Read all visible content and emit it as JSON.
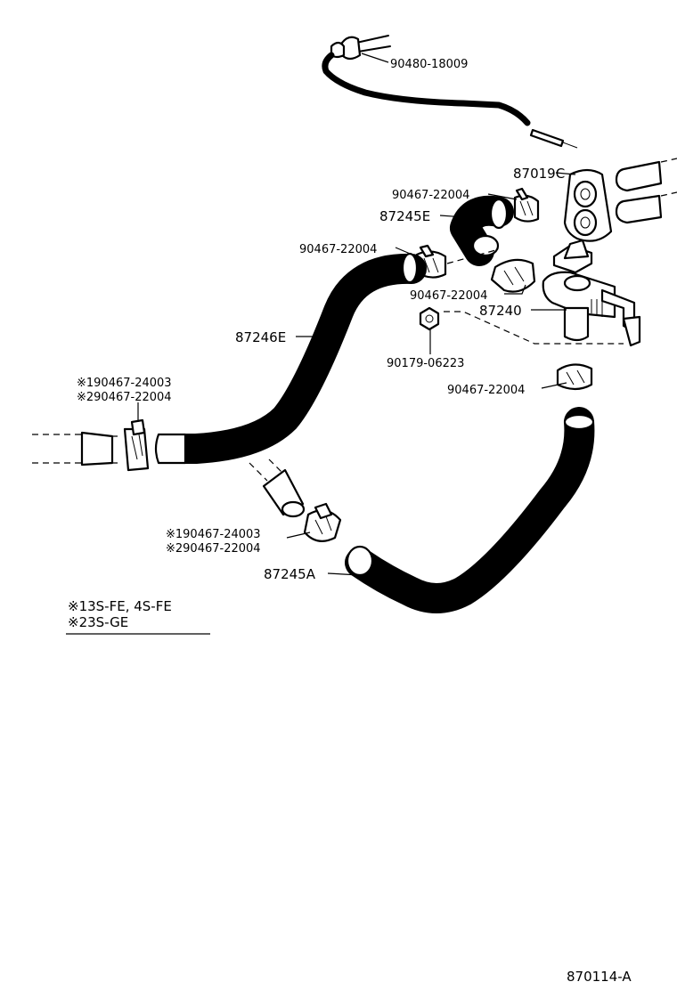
{
  "labels": {
    "p90480_18009": "90480-18009",
    "p87019C": "87019C",
    "p90467_22004_a": "90467-22004",
    "p87245E": "87245E",
    "p90467_22004_b": "90467-22004",
    "p90467_22004_c": "90467-22004",
    "p87240": "87240",
    "p87246E": "87246E",
    "p90179_06223": "90179-06223",
    "p90467_22004_d": "90467-22004",
    "left_alt_1": "※190467-24003",
    "left_alt_2": "※290467-22004",
    "mid_alt_1": "※190467-24003",
    "mid_alt_2": "※290467-22004",
    "p87245A": "87245A"
  },
  "legend": {
    "note_1": "※13S-FE, 4S-FE",
    "note_2": "※23S-GE"
  },
  "figure_code": "870114-A"
}
